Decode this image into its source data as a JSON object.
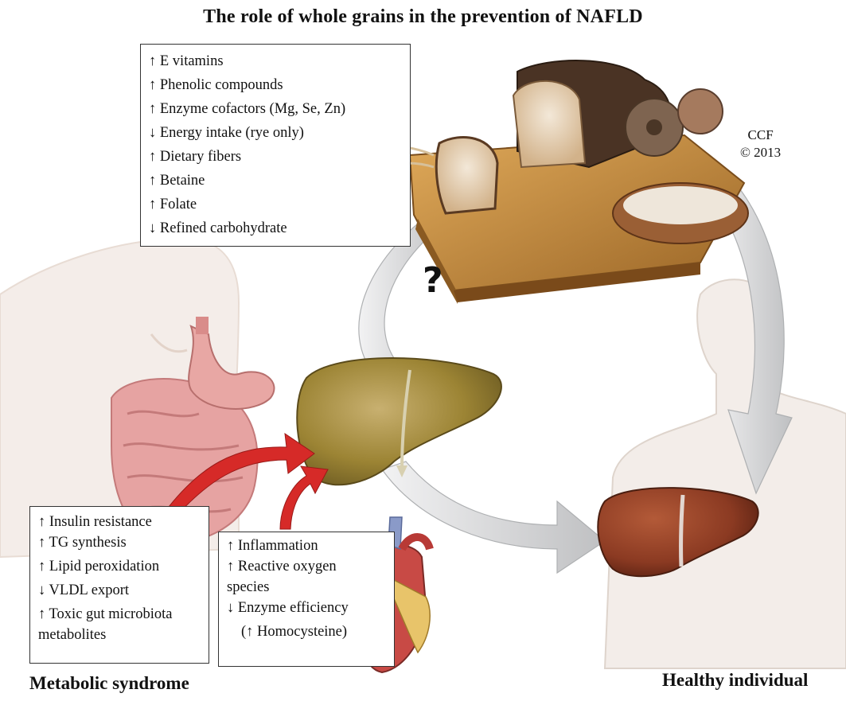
{
  "title": "The role of whole grains in the prevention of NAFLD",
  "copyright": {
    "line1": "CCF",
    "line2": "© 2013"
  },
  "question_mark": "?",
  "grains_box": {
    "items": [
      "↑ E vitamins",
      "↑ Phenolic compounds",
      "↑ Enzyme cofactors (Mg, Se, Zn)",
      "↓ Energy intake (rye only)",
      "↑ Dietary fibers",
      "↑ Betaine",
      "↑ Folate",
      "↓ Refined carbohydrate"
    ]
  },
  "metabolic_box": {
    "items": [
      "↑ Insulin resistance",
      "↑ TG synthesis",
      "↑ Lipid peroxidation",
      "↓ VLDL export",
      "↑ Toxic gut microbiota metabolites"
    ]
  },
  "inflammation_box": {
    "items": [
      "↑ Inflammation",
      "↑ Reactive oxygen species",
      "↓ Enzyme efficiency",
      "(↑ Homocysteine)"
    ]
  },
  "captions": {
    "left": "Metabolic syndrome",
    "right": "Healthy individual"
  },
  "colors": {
    "red_arrow": "#d62a28",
    "grey_arrow": "#c8c9cb",
    "fatty_liver": "#9c8434",
    "healthy_liver": "#8b3a22",
    "bread_board": "#c48a3c",
    "skin": "#f3ece7",
    "intestine": "#e6a3a2"
  }
}
